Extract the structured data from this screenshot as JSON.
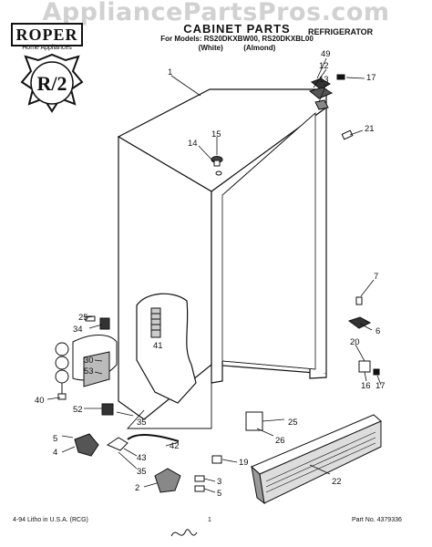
{
  "watermark": "AppliancePartsPros.com",
  "header": {
    "brand": "ROPER",
    "brand_tagline": "Home Appliances",
    "badge_text": "R/2",
    "title": "CABINET PARTS",
    "models": "For Models: RS20DKXBW00, RS20DKXBL00",
    "variant_white": "(White)",
    "variant_almond": "(Almond)",
    "category": "REFRIGERATOR"
  },
  "callouts": [
    "1",
    "49",
    "12",
    "13",
    "17",
    "21",
    "15",
    "14",
    "7",
    "25",
    "34",
    "41",
    "6",
    "20",
    "16",
    "17",
    "30",
    "53",
    "52",
    "40",
    "35",
    "25",
    "26",
    "5",
    "4",
    "43",
    "42",
    "19",
    "35",
    "22",
    "2",
    "3",
    "5"
  ],
  "footer": {
    "left": "4-94  Litho in U.S.A. (RCG)",
    "center": "1",
    "right": "Part No. 4379336"
  }
}
